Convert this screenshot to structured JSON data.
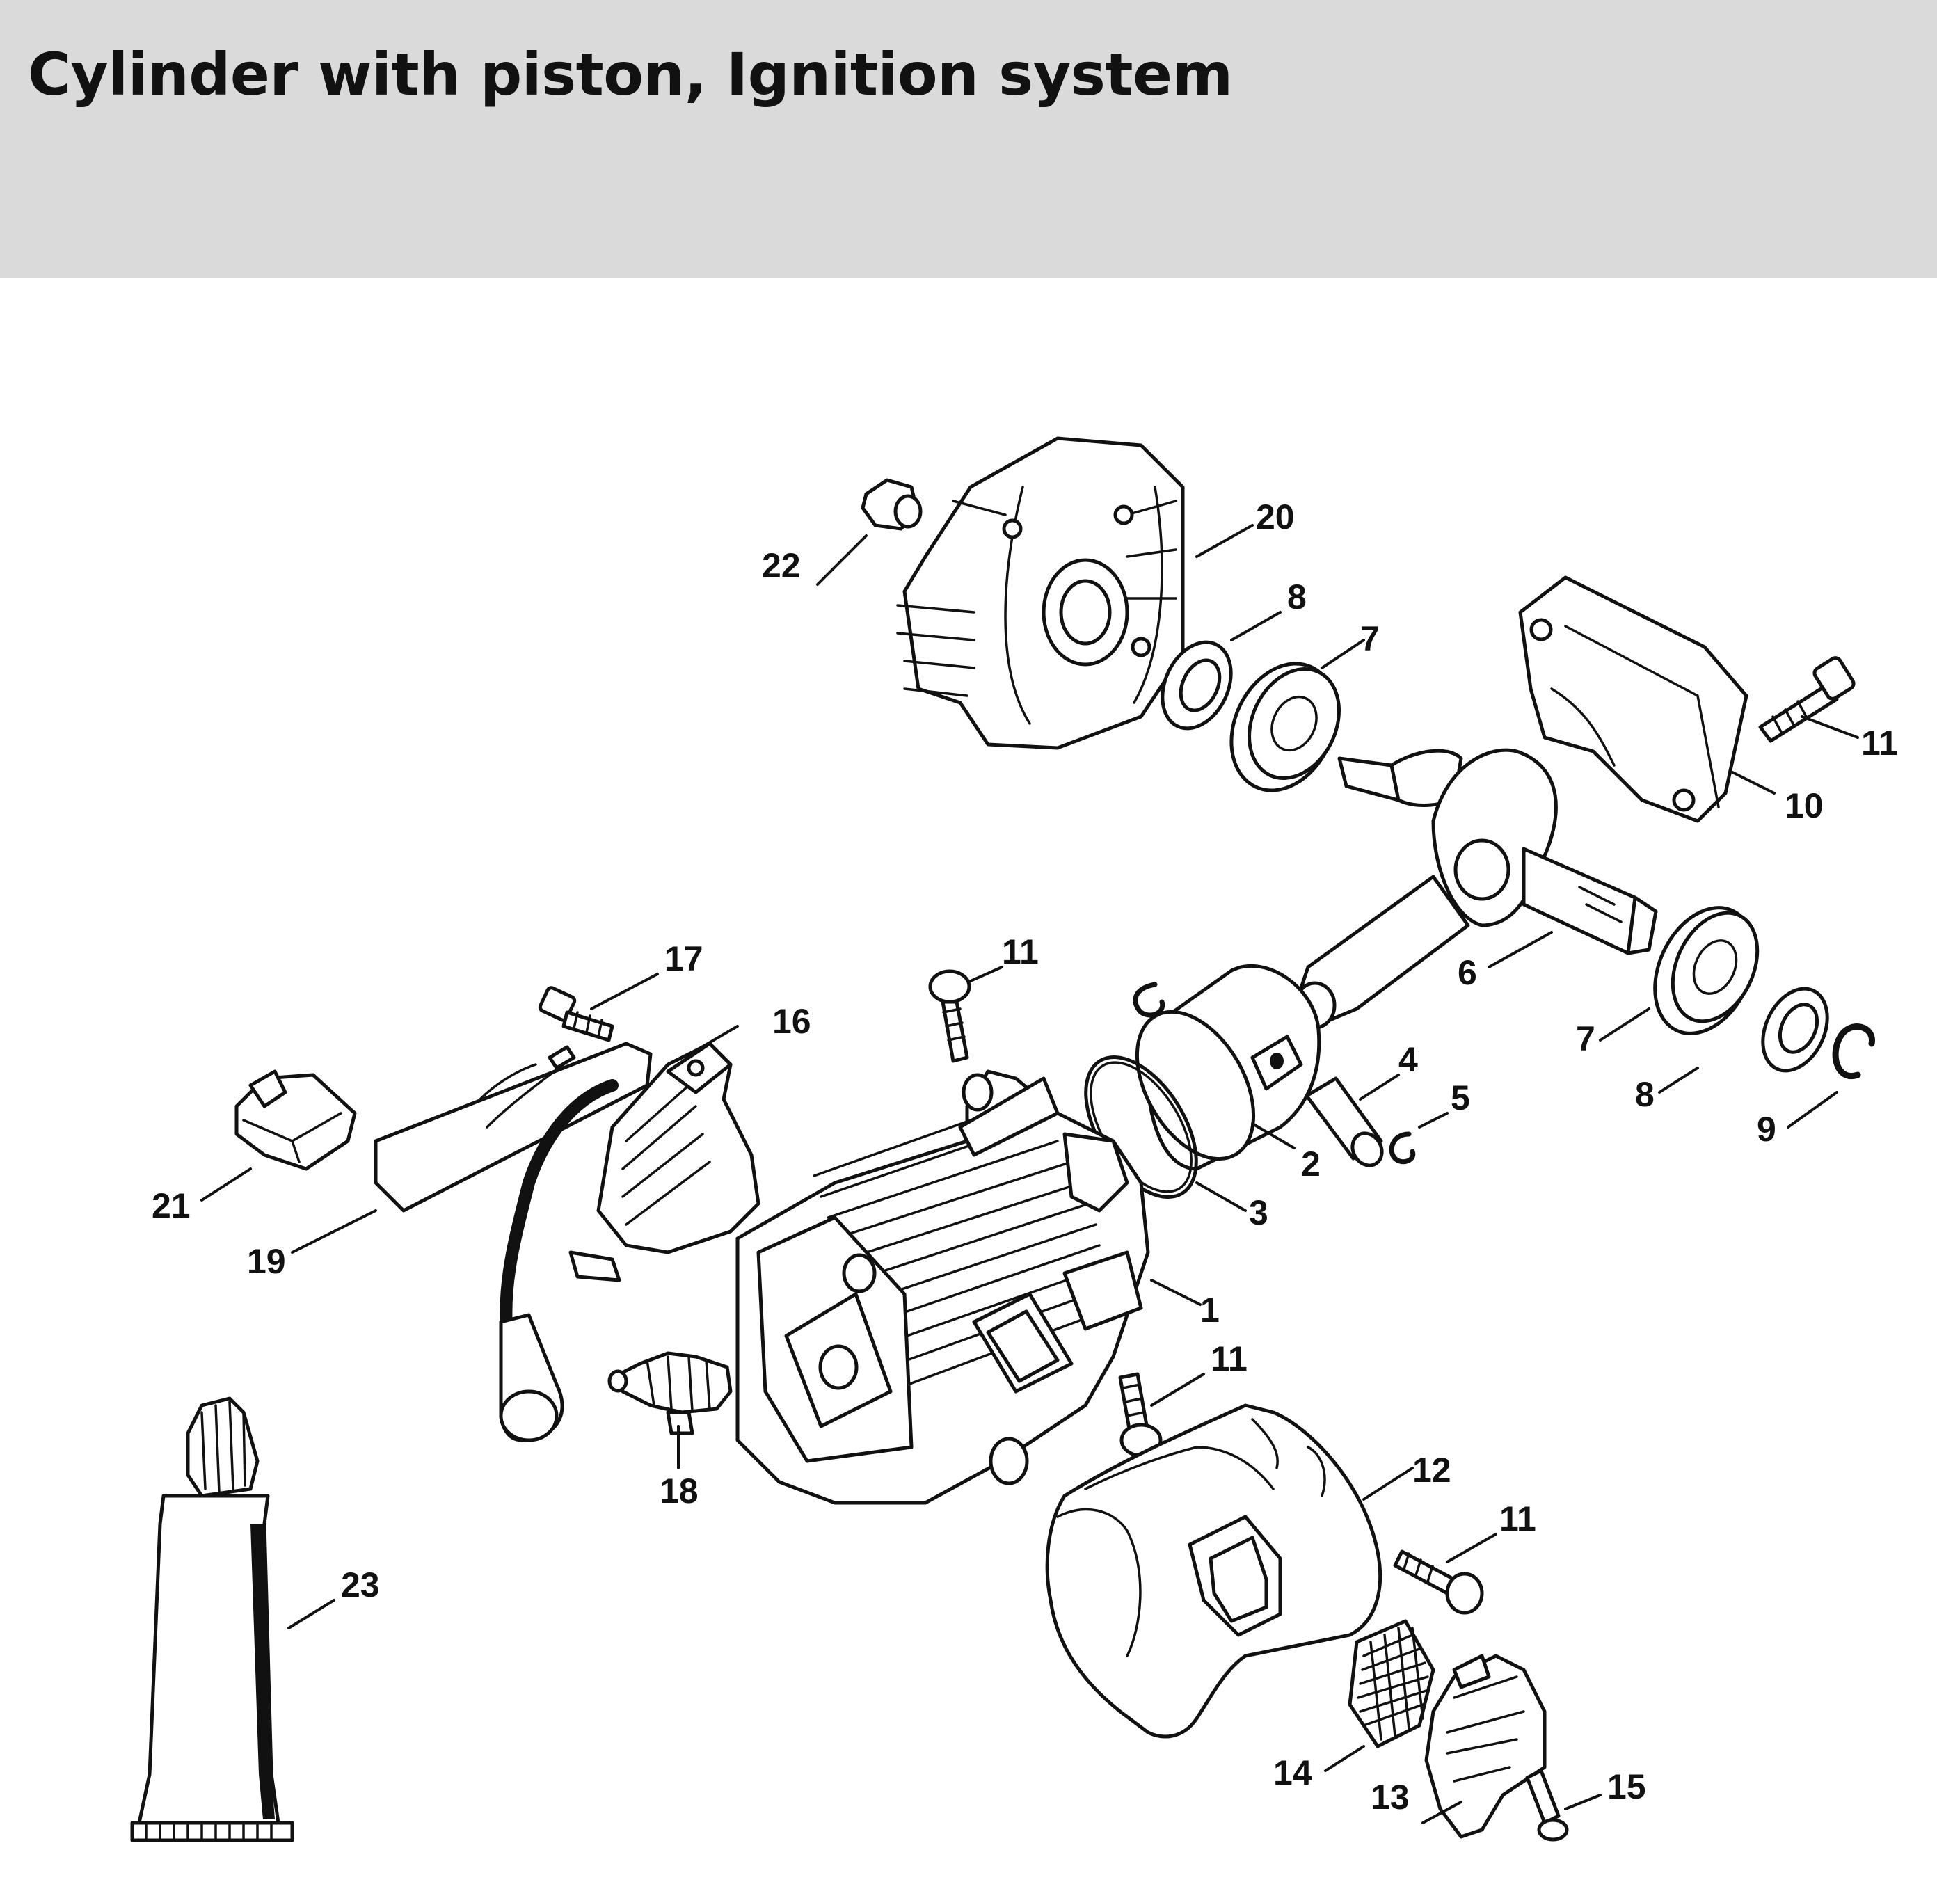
{
  "title": "Cylinder with piston, Ignition system",
  "callouts": [
    "1",
    "2",
    "3",
    "4",
    "5",
    "6",
    "7",
    "7",
    "8",
    "8",
    "9",
    "10",
    "11",
    "11",
    "11",
    "11",
    "12",
    "13",
    "14",
    "15",
    "16",
    "17",
    "18",
    "19",
    "20",
    "21",
    "22",
    "23"
  ]
}
